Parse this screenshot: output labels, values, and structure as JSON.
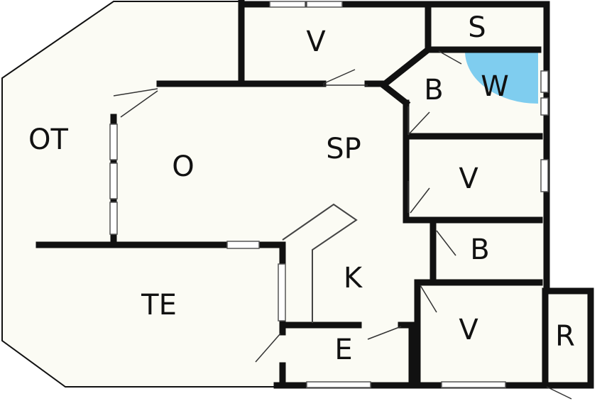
{
  "plan": {
    "rooms": [
      {
        "id": "ot",
        "label": "OT"
      },
      {
        "id": "o",
        "label": "O"
      },
      {
        "id": "sp",
        "label": "SP"
      },
      {
        "id": "te",
        "label": "TE"
      },
      {
        "id": "v1",
        "label": "V"
      },
      {
        "id": "s",
        "label": "S"
      },
      {
        "id": "b1",
        "label": "B"
      },
      {
        "id": "w",
        "label": "W"
      },
      {
        "id": "v2",
        "label": "V"
      },
      {
        "id": "b2",
        "label": "B"
      },
      {
        "id": "k",
        "label": "K"
      },
      {
        "id": "v3",
        "label": "V"
      },
      {
        "id": "e",
        "label": "E"
      },
      {
        "id": "r",
        "label": "R"
      }
    ],
    "colors": {
      "floor": "#fbfbf4",
      "wall": "#111111",
      "shower": "#7fcdef"
    }
  }
}
